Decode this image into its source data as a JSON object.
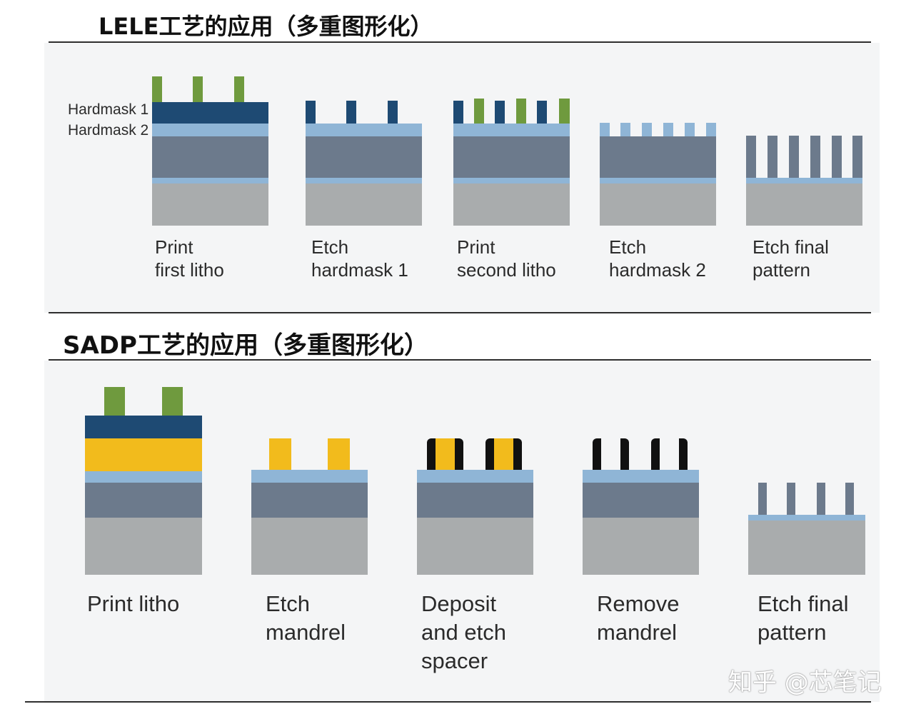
{
  "lele": {
    "title": "LELE工艺的应用（多重图形化）",
    "hardmask_labels": [
      "Hardmask 1",
      "Hardmask 2"
    ],
    "steps": [
      {
        "line1": "Print",
        "line2": "first litho"
      },
      {
        "line1": "Etch",
        "line2": "hardmask 1"
      },
      {
        "line1": "Print",
        "line2": "second litho"
      },
      {
        "line1": "Etch",
        "line2": "hardmask 2"
      },
      {
        "line1": "Etch final",
        "line2": "pattern"
      }
    ]
  },
  "sadp": {
    "title": "SADP工艺的应用（多重图形化）",
    "steps": [
      {
        "line1": "Print litho",
        "line2": "",
        "line3": ""
      },
      {
        "line1": "Etch",
        "line2": "mandrel",
        "line3": ""
      },
      {
        "line1": "Deposit",
        "line2": "and etch",
        "line3": "spacer"
      },
      {
        "line1": "Remove",
        "line2": "mandrel",
        "line3": ""
      },
      {
        "line1": "Etch final",
        "line2": "pattern",
        "line3": ""
      }
    ]
  },
  "watermark": "知乎 @芯笔记",
  "colors": {
    "resist_green": "#6f9a3e",
    "hardmask1_navy": "#1e4a73",
    "hardmask2_lightblue": "#8fb5d6",
    "mid_slate": "#6c7a8c",
    "substrate_gray": "#a9acad",
    "mandrel_yellow": "#f2bb1c",
    "spacer_black": "#111111"
  }
}
